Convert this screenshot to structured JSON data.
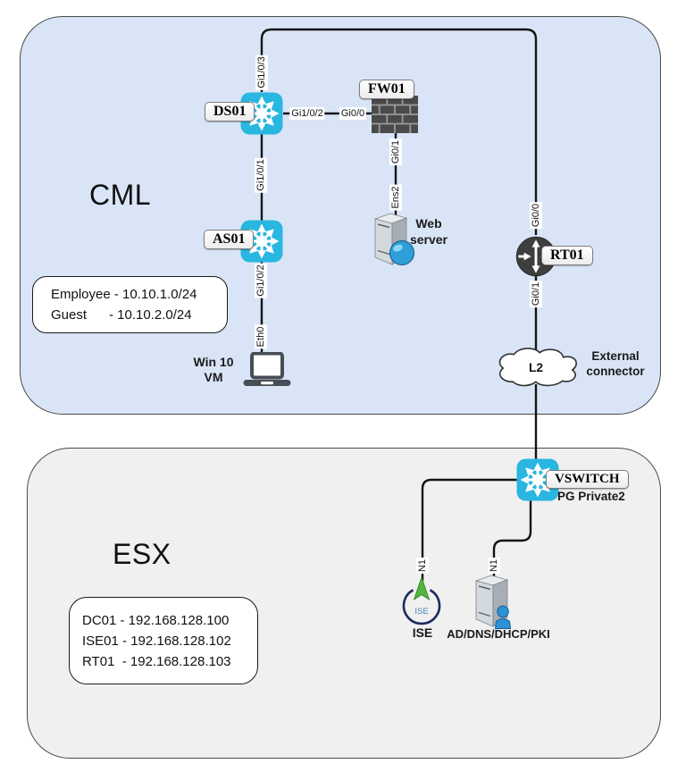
{
  "cml": {
    "title": "CML",
    "subnet_note": {
      "row1": "Employee - 10.10.1.0/24",
      "row2": "Guest      - 10.10.2.0/24"
    },
    "devices": {
      "ds01": {
        "name": "DS01"
      },
      "as01": {
        "name": "AS01"
      },
      "fw01": {
        "name": "FW01"
      },
      "rt01": {
        "name": "RT01"
      },
      "web_server": {
        "caption": "Web server"
      },
      "win10_vm": {
        "caption": "Win 10 VM"
      },
      "l2_cloud": {
        "name": "L2",
        "caption": "External connector"
      }
    },
    "ports": {
      "ds01_gi1_0_3": "Gi1/0/3",
      "ds01_gi1_0_2": "Gi1/0/2",
      "fw01_gi0_0": "Gi0/0",
      "fw01_gi0_1": "Gi0/1",
      "web_ens2": "Ens2",
      "as01_gi1_0_1": "Gi1/0/1",
      "as01_gi1_0_2": "Gi1/0/2",
      "win10_eth0": "Eth0",
      "rt01_gi0_0": "Gi0/0",
      "rt01_gi0_1": "Gi0/1"
    }
  },
  "esx": {
    "title": "ESX",
    "ip_note": {
      "row1": "DC01 - 192.168.128.100",
      "row2": "ISE01 - 192.168.128.102",
      "row3": "RT01  - 192.168.128.103"
    },
    "devices": {
      "vswitch": {
        "name": "VSWITCH",
        "caption": "PG Private2"
      },
      "ise": {
        "icon_text": "ISE",
        "caption": "ISE"
      },
      "ad_server": {
        "caption": "AD/DNS/DHCP/PKI"
      }
    },
    "ports": {
      "ise_n1": "N1",
      "ad_n1": "N1"
    }
  },
  "colors": {
    "cml_bg": "#d9e5f7",
    "esx_bg": "#f0f0f0",
    "switch_cyan": "#29b6e0",
    "router_gray": "#3e3e3e",
    "firewall_gray": "#4a4a4a",
    "line_black": "#141414",
    "ise_navy": "#1c2b5e",
    "ise_green": "#53b43e",
    "globe_blue": "#2e9fd8"
  }
}
